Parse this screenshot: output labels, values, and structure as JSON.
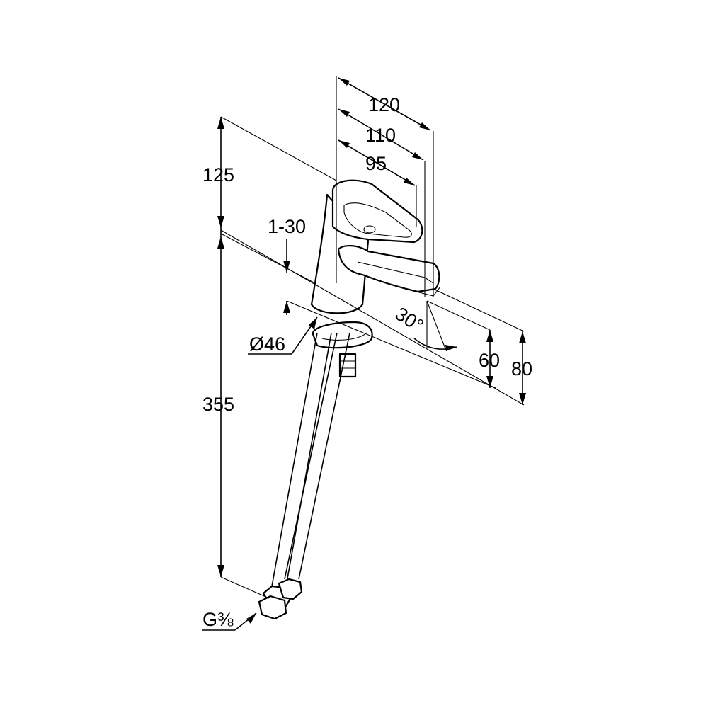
{
  "drawing": {
    "subject": "single-lever basin mixer, dimensional drawing",
    "dimensions": {
      "width_lever": "120",
      "width_body": "110",
      "width_spout": "95",
      "height_above_deck": "125",
      "deck_thickness": "1-30",
      "base_diameter": "Ø46",
      "hose_length": "355",
      "spout_angle": "30°",
      "spout_height_low": "60",
      "spout_height_high": "80",
      "connection_thread": "G⅜"
    }
  }
}
